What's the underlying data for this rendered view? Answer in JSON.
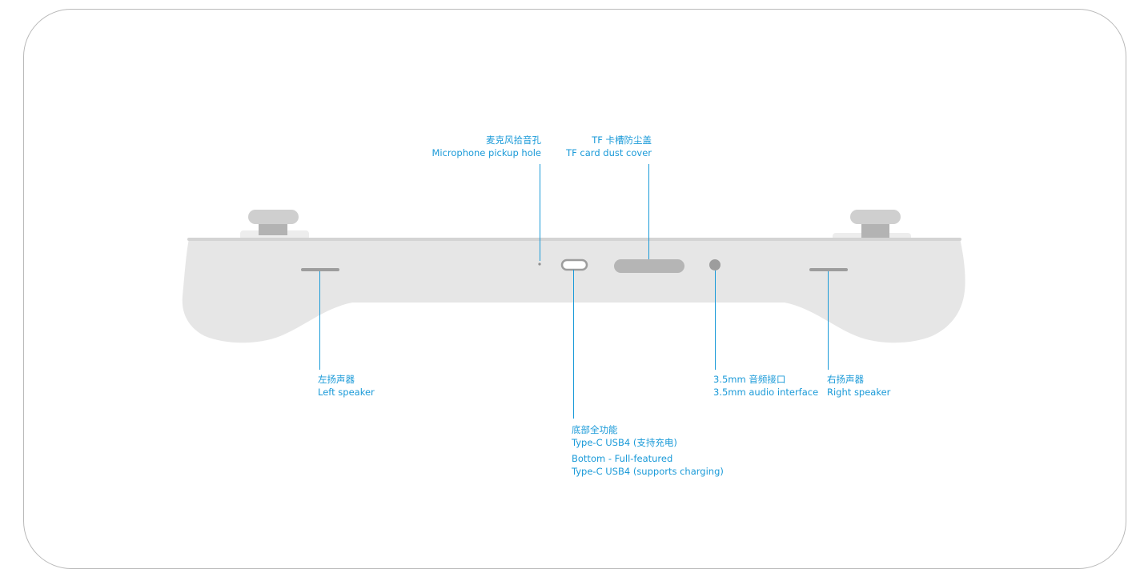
{
  "colors": {
    "accent": "#1a9ad8",
    "body": "#e6e6e6",
    "port": "#a7a7a7"
  },
  "labels": {
    "microphone": {
      "zh": "麦克风拾音孔",
      "en": "Microphone pickup hole"
    },
    "tf_card": {
      "zh": "TF 卡槽防尘盖",
      "en": "TF card dust cover"
    },
    "left_speaker": {
      "zh": "左扬声器",
      "en": "Left speaker"
    },
    "usb": {
      "zh1": "底部全功能",
      "zh2": "Type-C USB4 (支持充电)",
      "en1": "Bottom - Full-featured",
      "en2": "Type-C USB4 (supports charging)"
    },
    "audio_jack": {
      "zh": "3.5mm 音频接口",
      "en": "3.5mm audio interface"
    },
    "right_speaker": {
      "zh": "右扬声器",
      "en": "Right speaker"
    }
  }
}
